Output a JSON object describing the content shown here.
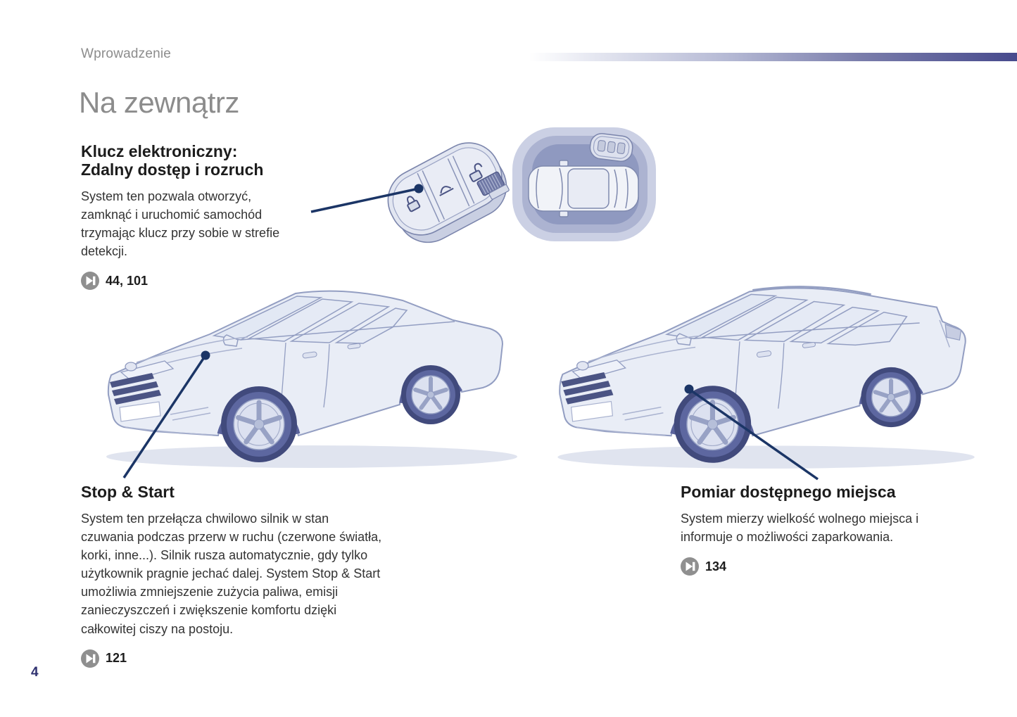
{
  "page": {
    "breadcrumb": "Wprowadzenie",
    "title": "Na zewnątrz",
    "page_number": "4"
  },
  "sections": {
    "key_access": {
      "heading_line1": "Klucz elektroniczny:",
      "heading_line2": "Zdalny dostęp i rozruch",
      "body": "System ten pozwala otworzyć, zamknąć i uruchomić samochód trzymając klucz przy sobie w strefie detekcji.",
      "page_ref": "44, 101"
    },
    "stop_start": {
      "heading": "Stop & Start",
      "body": "System ten przełącza chwilowo silnik w stan czuwania podczas przerw w ruchu (czerwone światła, korki, inne...). Silnik rusza automatycznie, gdy tylko użytkownik pragnie jechać dalej. System Stop & Start umożliwia zmniejszenie zużycia paliwa, emisji zanieczyszczeń i zwiększenie komfortu dzięki całkowitej ciszy na postoju.",
      "page_ref": "121"
    },
    "parking_space": {
      "heading": "Pomiar dostępnego miejsca",
      "body": "System mierzy wielkość wolnego miejsca i informuje o możliwości zaparkowania.",
      "page_ref": "134"
    }
  },
  "icons": {
    "page_ref": "skip-forward-circle"
  },
  "illustrations": {
    "key_fob": "electronic-key-fob-three-buttons",
    "detection_zone": "car-top-view-with-detection-zone-and-key",
    "left_car": "sedan-front-three-quarter-view",
    "right_car": "station-wagon-front-three-quarter-view"
  },
  "colors": {
    "header_bar_end": "#474a8d",
    "callout_line": "#1b3566",
    "muted_gray": "#8c8c8c",
    "ref_icon_gray": "#8f8f8f",
    "car_outline": "#939ec2",
    "car_body": "#e9edf6",
    "zone_outer": "#cbd0e4",
    "zone_mid": "#acb3d1",
    "zone_inner": "#8f99c0"
  }
}
